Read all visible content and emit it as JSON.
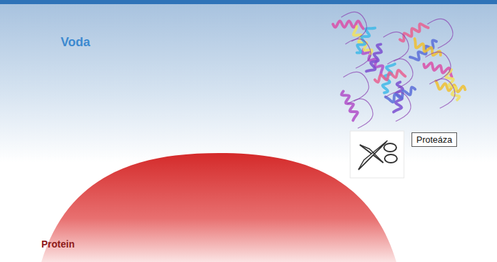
{
  "diagram": {
    "nodes": [
      {
        "text": [
          "Voda"
        ]
      },
      {
        "text": [
          "Protein"
        ]
      },
      {
        "text": [
          "Proteáza"
        ]
      }
    ]
  }
}
